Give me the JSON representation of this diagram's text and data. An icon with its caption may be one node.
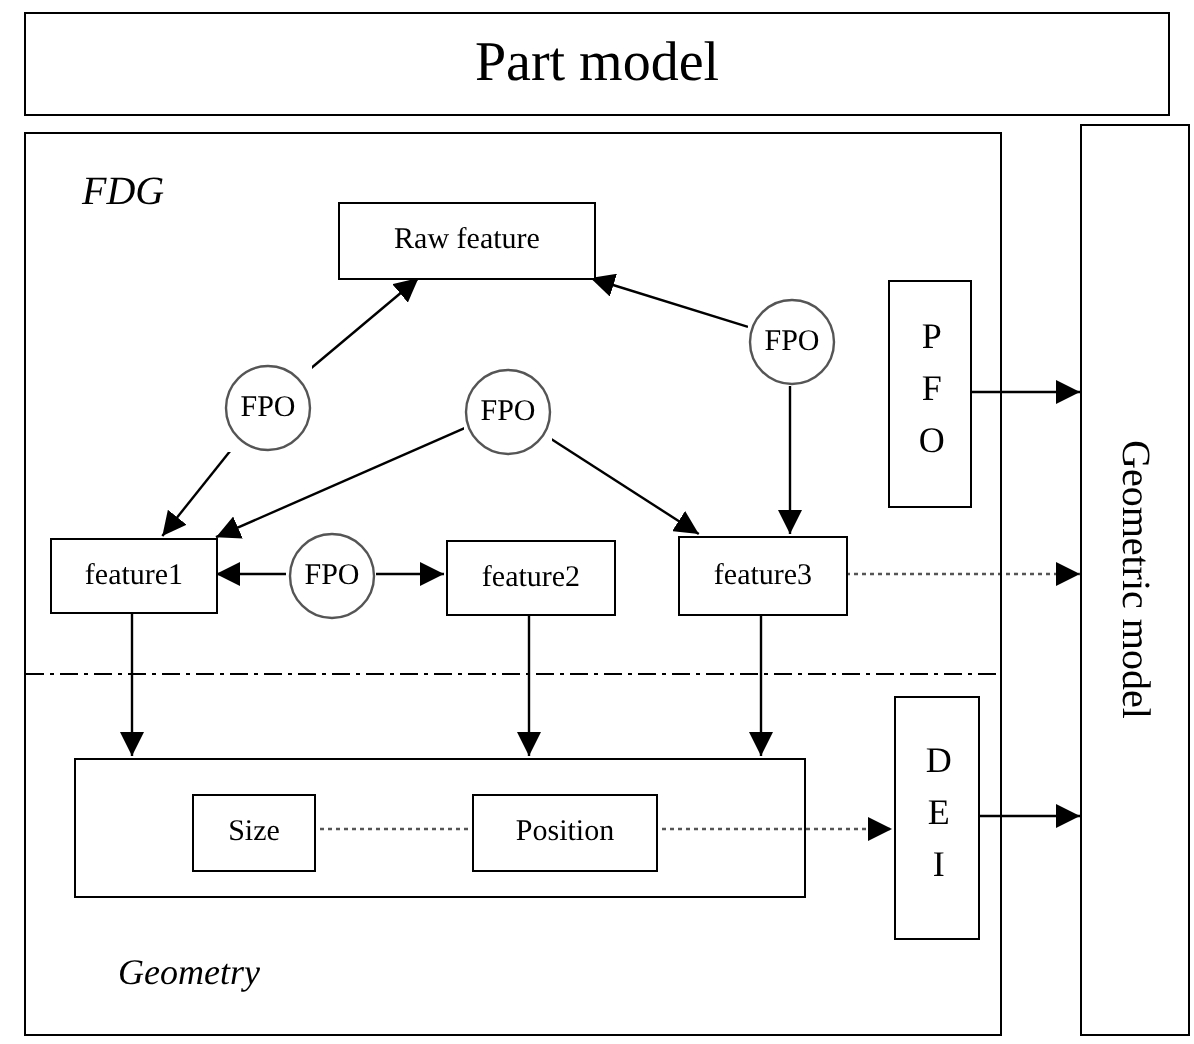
{
  "diagram": {
    "nodes": [
      {
        "text": [
          "Part model"
        ]
      },
      {
        "text": [
          "FDG",
          "Geometry"
        ]
      },
      {
        "text": [
          "Raw feature"
        ],
        "in": 1
      },
      {
        "text": [
          "FPO"
        ],
        "in": 1
      },
      {
        "text": [
          "FPO"
        ],
        "in": 1
      },
      {
        "text": [
          "FPO"
        ],
        "in": 1
      },
      {
        "text": [
          "PFO"
        ],
        "in": 1
      },
      {
        "text": [
          "feature1"
        ],
        "in": 1
      },
      {
        "text": [
          "FPO"
        ],
        "in": 1
      },
      {
        "text": [
          "feature2"
        ],
        "in": 1
      },
      {
        "text": [
          "feature3"
        ],
        "in": 1
      },
      {
        "text": [],
        "shape": "box",
        "in": 1
      },
      {
        "text": [
          "Size"
        ],
        "in": 11
      },
      {
        "text": [
          "Position"
        ],
        "in": 11
      },
      {
        "text": [
          "DEI"
        ],
        "in": 1
      },
      {
        "text": [
          "Geometric model"
        ]
      }
    ],
    "edges": [
      {
        "from": 3,
        "to": 2,
        "arrow": "to"
      },
      {
        "from": 3,
        "to": 7,
        "arrow": "to"
      },
      {
        "from": 4,
        "to": 7,
        "arrow": "to"
      },
      {
        "from": 4,
        "to": 10,
        "arrow": "to"
      },
      {
        "from": 5,
        "to": 2,
        "arrow": "to"
      },
      {
        "from": 5,
        "to": 10,
        "arrow": "to"
      },
      {
        "from": 8,
        "to": 7,
        "arrow": "to"
      },
      {
        "from": 8,
        "to": 9,
        "arrow": "to"
      },
      {
        "from": 6,
        "to": 15,
        "arrow": "to"
      },
      {
        "from": 10,
        "to": 15,
        "arrow": "to",
        "style": "dashed"
      },
      {
        "from": 7,
        "to": 11,
        "arrow": "to"
      },
      {
        "from": 9,
        "to": 11,
        "arrow": "to"
      },
      {
        "from": 10,
        "to": 11,
        "arrow": "to"
      },
      {
        "from": 12,
        "to": 13,
        "arrow": "none",
        "style": "dashed"
      },
      {
        "from": 13,
        "to": 14,
        "arrow": "to",
        "style": "dashed"
      },
      {
        "from": 14,
        "to": 15,
        "arrow": "to"
      }
    ]
  }
}
